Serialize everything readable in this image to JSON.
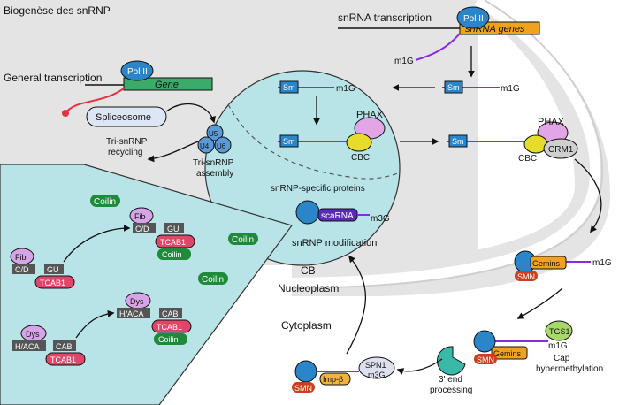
{
  "title": "Biogenèse des snRNP",
  "labels": {
    "snrna_transcription": "snRNA transcription",
    "pol2": "Pol II",
    "snrna_genes": "snRNA genes",
    "m1g": "m1G",
    "m3g": "m3G",
    "general_transcription": "General transcription",
    "gene": "Gene",
    "spliceosome": "Spliceosome",
    "tri_recycling": "Tri-snRNP\nrecycling",
    "tri_assembly": "Tri-snRNP\nassembly",
    "u5": "U5",
    "u4": "U4",
    "u6": "U6",
    "sm": "Sm",
    "phax": "PHAX",
    "cbc": "CBC",
    "crm1": "CRM1",
    "snrnp_specific": "snRNP-specific proteins",
    "scarna": "scaRNA",
    "snrnp_modification": "snRNP modification",
    "cb": "CB",
    "nucleoplasm": "Nucleoplasm",
    "cytoplasm": "Cytoplasm",
    "coilin": "Coilin",
    "fib": "Fib",
    "cd": "C/D",
    "gu": "GU",
    "tcab1": "TCAB1",
    "dys": "Dys",
    "haca": "H/ACA",
    "cab": "CAB",
    "gemins": "Gemins",
    "smn": "SMN",
    "tgs1": "TGS1",
    "cap_hyper": "Cap\nhypermethylation",
    "three_end": "3' end\nprocessing",
    "spn1": "SPN1",
    "imp_beta": "Imp-β"
  },
  "colors": {
    "nucleus": "#e4e4e4",
    "cajal_body": "#b8e4e8",
    "sm_blue": "#2a86c8",
    "rna_purple": "#8a2be2",
    "coilin_green": "#1f8a3a",
    "tcab1_red": "#e0456a",
    "phax_pink": "#e2a6e6",
    "cbc_yellow": "#e8dc2a",
    "gemins_orange": "#f0a21c",
    "smn_red": "#c8401e",
    "gene_green": "#3bab6a",
    "teal": "#3ab8a8"
  }
}
